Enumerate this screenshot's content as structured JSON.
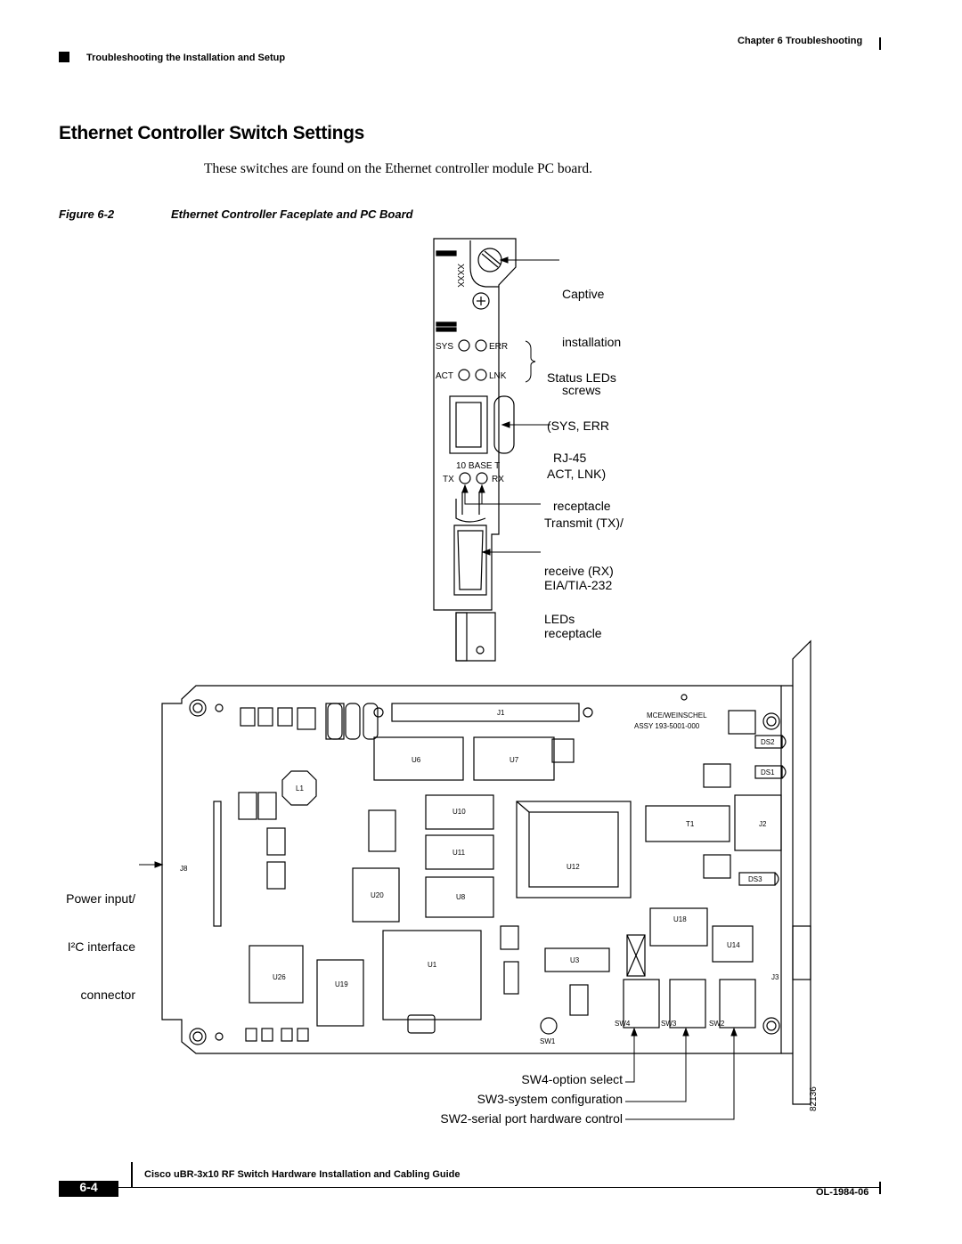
{
  "header": {
    "chapter": "Chapter 6",
    "chapter_title": "Troubleshooting",
    "section": "Troubleshooting the Installation and Setup"
  },
  "page_title": "Ethernet Controller Switch Settings",
  "intro": "These switches are found on the Ethernet controller module PC board.",
  "figure": {
    "number": "Figure 6-2",
    "caption": "Ethernet Controller Faceplate and PC Board",
    "faceplate_marks": {
      "part": "XXXX",
      "sys": "SYS",
      "err": "ERR",
      "act": "ACT",
      "lnk": "LNK",
      "tenbase": "10 BASE T",
      "tx": "TX",
      "rx": "RX"
    },
    "callouts": {
      "captive": [
        "Captive",
        "installation",
        "screws"
      ],
      "status_leds": [
        "Status LEDs",
        "(SYS, ERR",
        "ACT, LNK)"
      ],
      "rj45": [
        "RJ-45",
        "receptacle"
      ],
      "txrx": [
        "Transmit (TX)/",
        "receive (RX)",
        "LEDs"
      ],
      "eia": [
        "EIA/TIA-232",
        "receptacle"
      ],
      "power": [
        "Power input/",
        "I²C interface",
        "connector"
      ],
      "sw4": "SW4-option select",
      "sw3": "SW3-system configuration",
      "sw2": "SW2-serial port hardware control"
    },
    "board_labels": {
      "j1": "J1",
      "assy": "MCE/WEINSCHEL",
      "assy_no": "ASSY 193-5001-000",
      "u12": "U12",
      "u1": "U1",
      "u6": "U6",
      "u7": "U7",
      "u10": "U10",
      "u11": "U11",
      "u8": "U8",
      "u20": "U20",
      "u19": "U19",
      "u26": "U26",
      "u3": "U3",
      "u18": "U18",
      "u14": "U14",
      "t1": "T1",
      "j2": "J2",
      "j3": "J3",
      "j8": "J8",
      "l1": "L1",
      "sw1": "SW1",
      "sw2": "SW2",
      "sw3": "SW3",
      "sw4": "SW4",
      "ds1": "DS1",
      "ds2": "DS2",
      "ds3": "DS3"
    },
    "figure_id": "82136"
  },
  "footer": {
    "guide_title": "Cisco uBR-3x10 RF Switch Hardware Installation and Cabling Guide",
    "page_number": "6-4",
    "doc_number": "OL-1984-06"
  }
}
